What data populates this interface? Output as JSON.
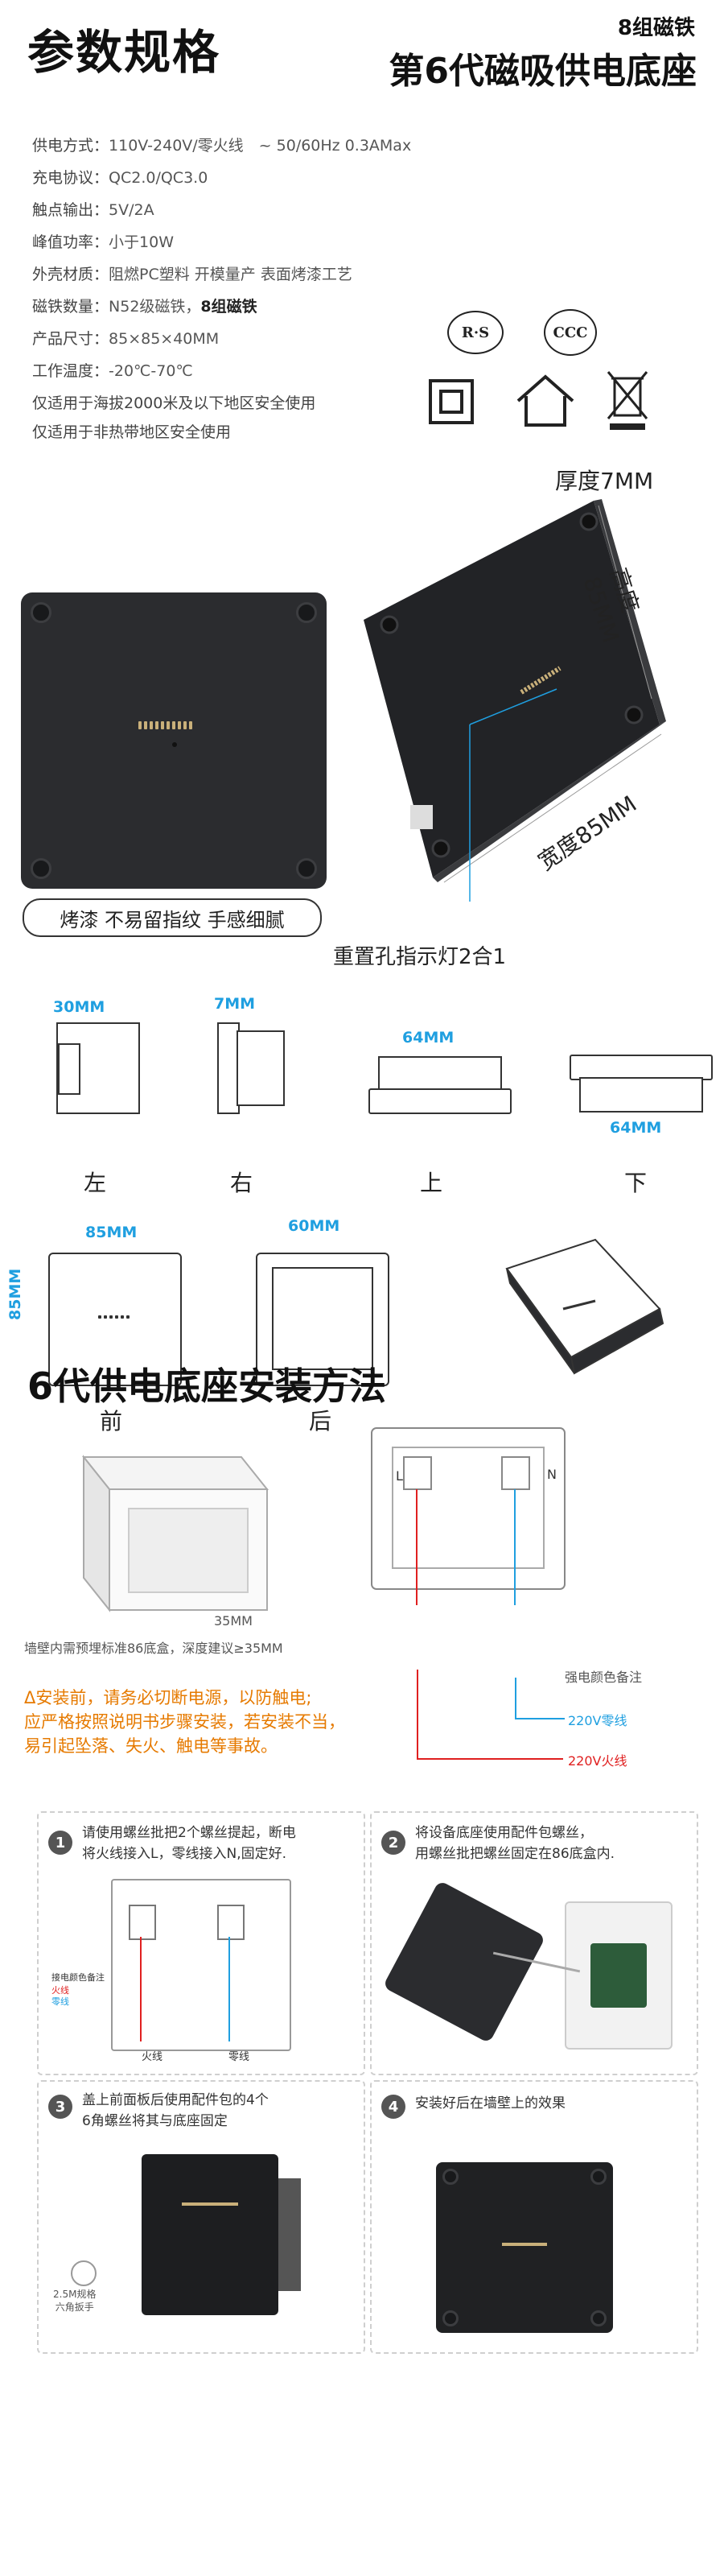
{
  "header": {
    "title": "参数规格",
    "tag": "8组磁铁",
    "subtitle": "第6代磁吸供电底座"
  },
  "specs": [
    {
      "key": "供电方式：",
      "value": "110V-240V/零火线　~ 50/60Hz 0.3AMax"
    },
    {
      "key": "充电协议：",
      "value": "QC2.0/QC3.0"
    },
    {
      "key": "触点输出：",
      "value": "5V/2A"
    },
    {
      "key": "峰值功率：",
      "value": "小于10W"
    },
    {
      "key": "外壳材质：",
      "value": "阻燃PC塑料 开模量产 表面烤漆工艺"
    },
    {
      "key": "磁铁数量：",
      "value": "N52级磁铁，",
      "bold": "8组磁铁"
    },
    {
      "key": "产品尺寸：",
      "value": "85×85×40MM"
    },
    {
      "key": "工作温度：",
      "value": "-20℃-70℃"
    }
  ],
  "notes": [
    "仅适用于海拔2000米及以下地区安全使用",
    "仅适用于非热带地区安全使用"
  ],
  "certs": {
    "rs": "R·S",
    "ccc": "CCC"
  },
  "product": {
    "thickness": "厚度7MM",
    "height": "高度85MM",
    "width": "宽度85MM",
    "tagline": "烤漆 不易留指纹 手感细腻",
    "indicator": "重置孔指示灯2合1"
  },
  "views": {
    "left_dim": "30MM",
    "right_dim": "7MM",
    "top_dim": "64MM",
    "bottom_dim": "64MM",
    "front_w": "85MM",
    "front_h": "85MM",
    "back_dim": "60MM",
    "left": "左",
    "right": "右",
    "top": "上",
    "bottom": "下",
    "front": "前",
    "back": "后"
  },
  "install": {
    "title": "6代供电底座安装方法",
    "box_dim": "35MM",
    "box_note": "墙壁内需预埋标准86底盒，深度建议≥35MM",
    "label_l": "L",
    "label_n": "N",
    "warning_lines": [
      "Δ安装前，请务必切断电源，以防触电;",
      "应严格按照说明书步骤安装，若安装不当，",
      "易引起坠落、失火、触电等事故。"
    ],
    "wire_color_note": "强电颜色备注",
    "zero_line": "220V零线",
    "fire_line": "220V火线"
  },
  "steps": [
    {
      "num": "1",
      "text": [
        "请使用螺丝批把2个螺丝提起，断电",
        "将火线接入L，零线接入N,固定好."
      ],
      "legend_title": "接电颜色备注",
      "legend_fire": "火线",
      "legend_zero": "零线",
      "fire": "火线",
      "zero": "零线"
    },
    {
      "num": "2",
      "text": [
        "将设备底座使用配件包螺丝，",
        "用螺丝批把螺丝固定在86底盒内."
      ]
    },
    {
      "num": "3",
      "text": [
        "盖上前面板后使用配件包的4个",
        "6角螺丝将其与底座固定"
      ],
      "wrench": [
        "2.5M规格",
        "六角扳手"
      ]
    },
    {
      "num": "4",
      "text": [
        "安装好后在墙壁上的效果"
      ]
    }
  ]
}
